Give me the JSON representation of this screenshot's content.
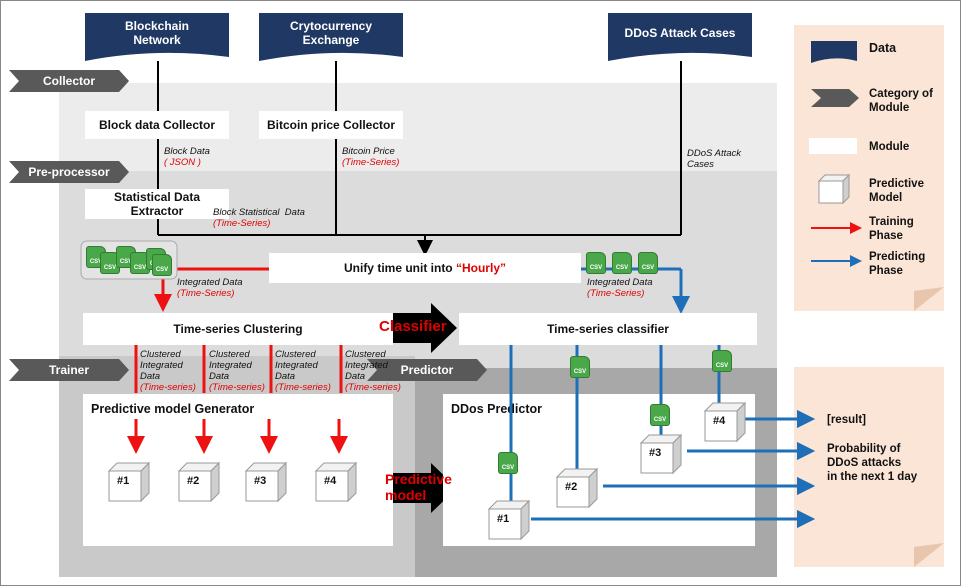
{
  "data_sources": {
    "blockchain": "Blockchain\nNetwork",
    "exchange": "Crytocurrency\nExchange",
    "ddos": "DDoS Attack Cases"
  },
  "stages": {
    "collector": "Collector",
    "preprocessor": "Pre-processor",
    "trainer": "Trainer",
    "predictor": "Predictor"
  },
  "modules": {
    "block_collector": "Block data Collector",
    "price_collector": "Bitcoin price Collector",
    "stat_extractor": "Statistical Data\nExtractor",
    "unify_prefix": "Unify time unit into ",
    "unify_hl": "“Hourly”",
    "clustering": "Time-series Clustering",
    "classifier": "Time-series classifier",
    "generator": "Predictive model Generator",
    "ddos_predictor": "DDos Predictor"
  },
  "labels": {
    "block_data": "Block Data",
    "json": "( JSON )",
    "bitcoin_price": "Bitcoin Price",
    "time_series_paren": "(Time-Series)",
    "ddos_cases": "DDoS Attack\nCases",
    "block_stat": "Block Statistical  Data",
    "integrated": "Integrated Data",
    "clustered": "Clustered\nIntegrated\nData",
    "time_series_lower": "(Time-series)",
    "csv": "CSV"
  },
  "big_arrows": {
    "classifier": "Classifier",
    "predictive": "Predictive\nmodel"
  },
  "models": [
    "#1",
    "#2",
    "#3",
    "#4"
  ],
  "results": {
    "result": "[result]",
    "probability": "Probability of\nDDoS attacks\nin the next 1 day"
  },
  "legend": {
    "data": "Data",
    "category": "Category of\nModule",
    "module": "Module",
    "predictive": "Predictive\nModel",
    "training": "Training\nPhase",
    "predicting": "Predicting\nPhase"
  },
  "colors": {
    "data_navy": "#1f3864",
    "chevron": "#595959",
    "training_red": "#ee1111",
    "predicting_blue": "#1f6fb8",
    "csv_green": "#4aa84a",
    "legend_peach": "#fbe5d6"
  }
}
